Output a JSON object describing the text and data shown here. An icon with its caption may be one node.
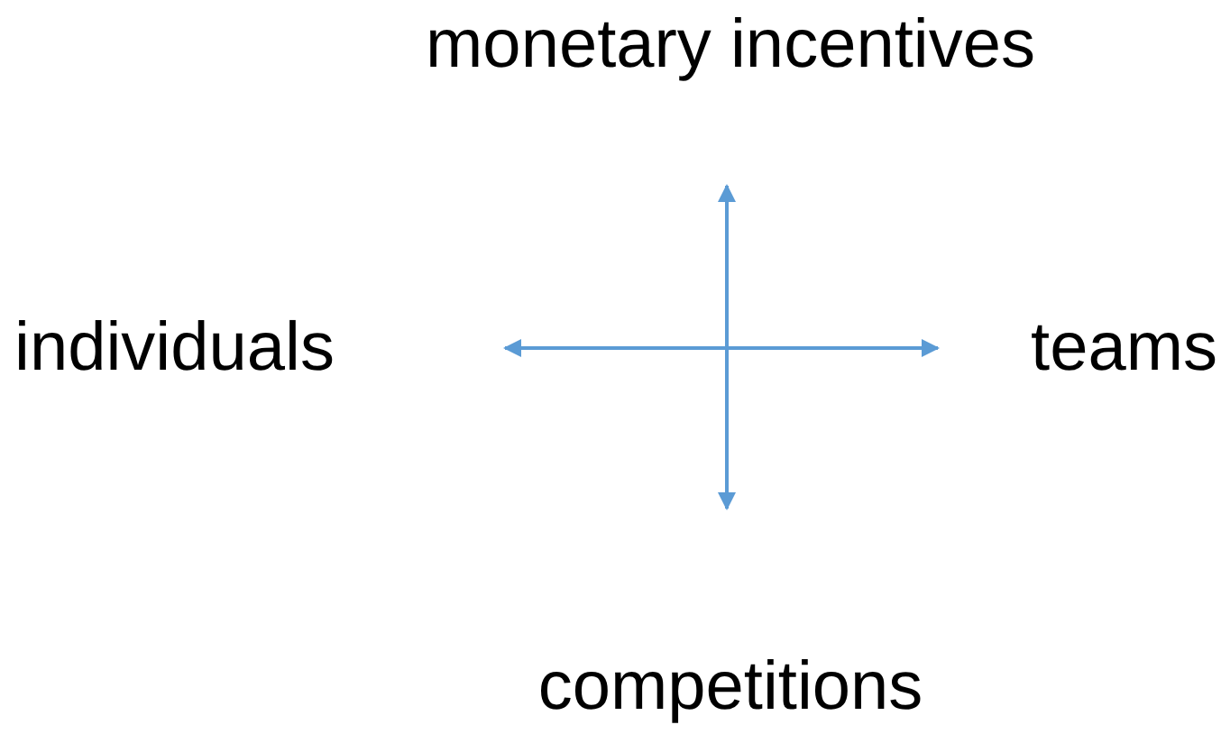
{
  "diagram": {
    "nodes": [
      {
        "text": [
          "monetary incentives"
        ]
      },
      {
        "text": [
          "individuals"
        ]
      },
      {
        "text": [
          "teams"
        ]
      },
      {
        "text": [
          "competitions"
        ]
      }
    ],
    "edges": [
      {
        "from": 1,
        "to": 2,
        "arrow": "both"
      },
      {
        "from": 0,
        "to": 3,
        "arrow": "both"
      }
    ]
  }
}
